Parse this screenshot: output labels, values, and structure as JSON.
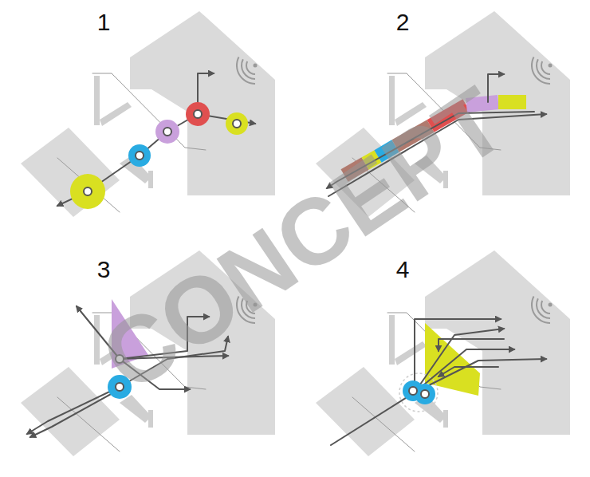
{
  "diagram": {
    "labels": [
      "1",
      "2",
      "3",
      "4",
      "CONCEPT"
    ]
  }
}
